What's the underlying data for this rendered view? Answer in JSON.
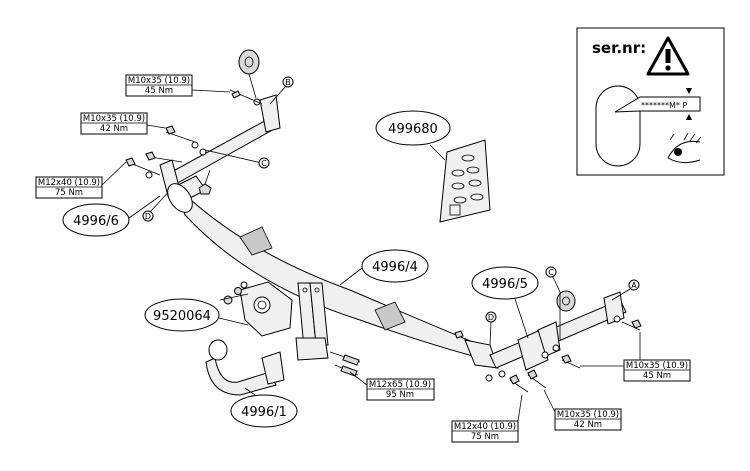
{
  "serial_box": {
    "label": "ser.nr:",
    "plate_text": "*******M* P"
  },
  "part_labels": {
    "p499680": "499680",
    "p4996_6": "4996/6",
    "p4996_4": "4996/4",
    "p4996_5": "4996/5",
    "p9520064": "9520064",
    "p4996_1": "4996/1"
  },
  "specs": {
    "top_m10": {
      "bolt": "M10x35 (10.9)",
      "torque": "45 Nm"
    },
    "left_m10": {
      "bolt": "M10x35 (10.9)",
      "torque": "42 Nm"
    },
    "left_m12": {
      "bolt": "M12x40 (10.9)",
      "torque": "75 Nm"
    },
    "center_m12": {
      "bolt": "M12x65 (10.9)",
      "torque": "95 Nm"
    },
    "right_m10_45": {
      "bolt": "M10x35 (10.9)",
      "torque": "45 Nm"
    },
    "bottom_m12": {
      "bolt": "M12x40 (10.9)",
      "torque": "75 Nm"
    },
    "bottom_m10": {
      "bolt": "M10x35 (10.9)",
      "torque": "42 Nm"
    }
  },
  "callouts": {
    "left_b": "B",
    "left_c": "C",
    "left_d": "D",
    "right_a": "A",
    "right_c": "C",
    "right_d": "D"
  }
}
